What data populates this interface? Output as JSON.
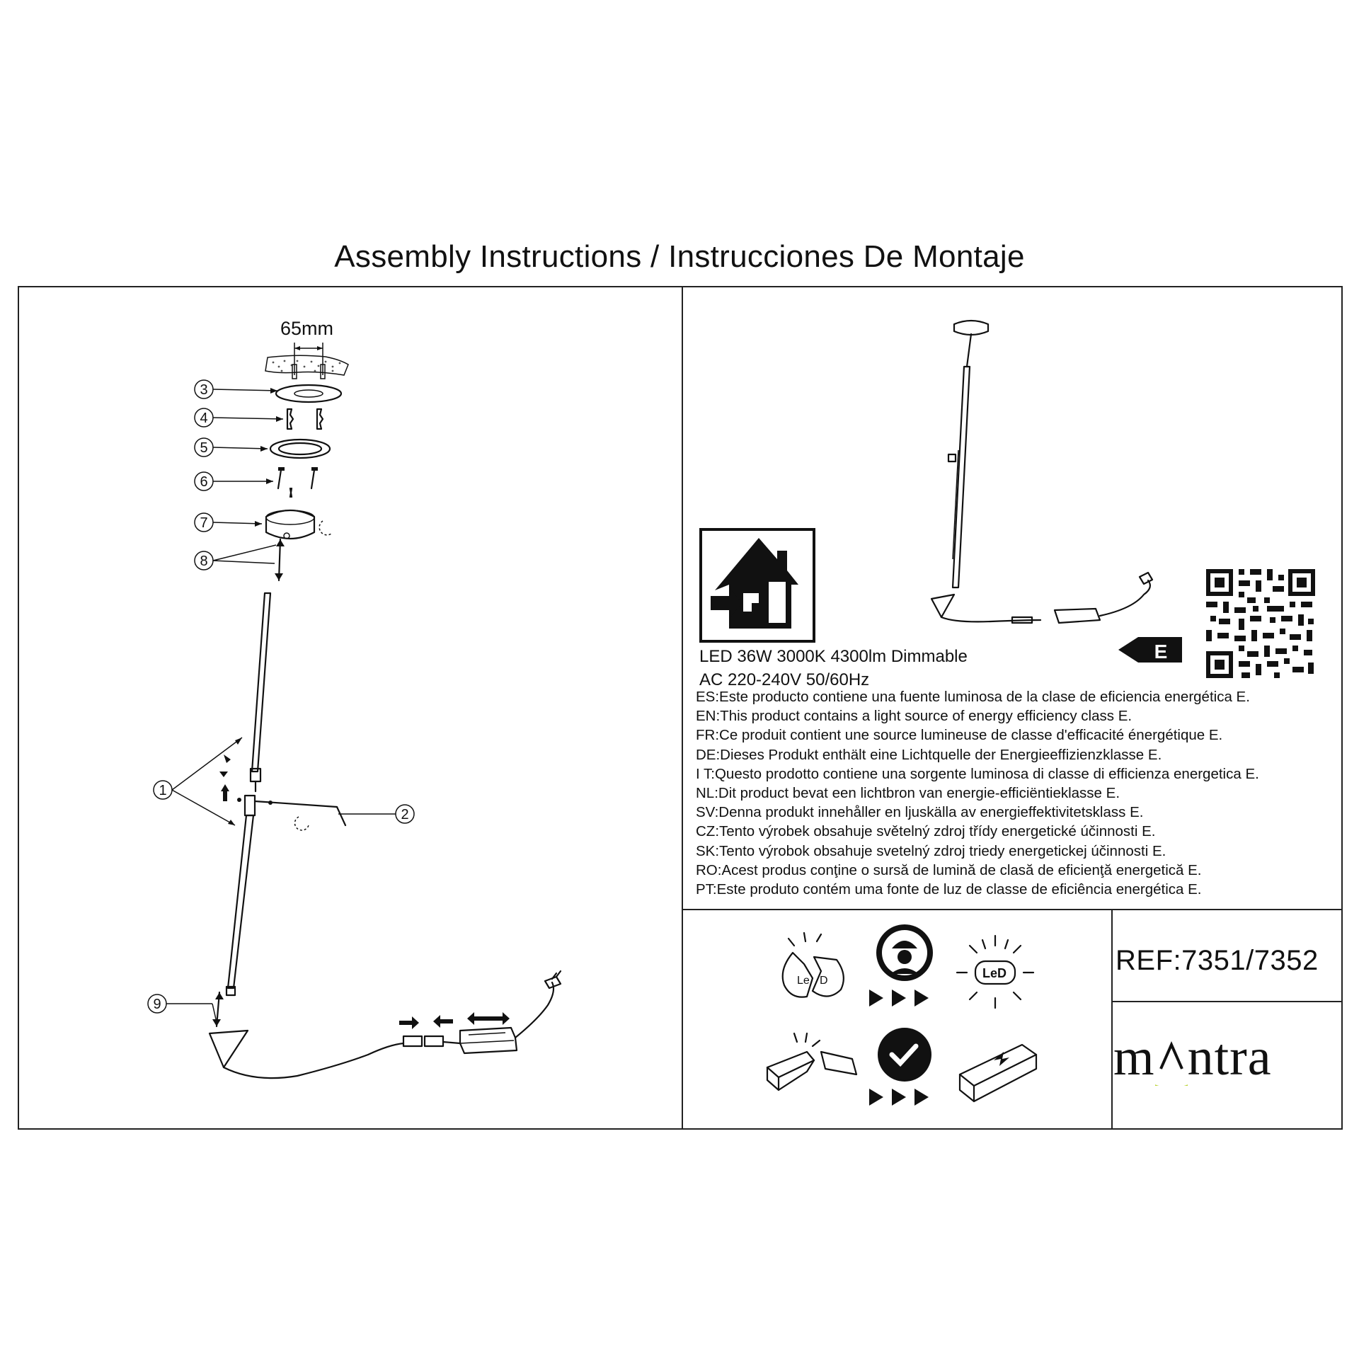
{
  "page": {
    "title": "Assembly Instructions / Instrucciones De Montaje"
  },
  "assembly": {
    "dimension": "65mm",
    "callouts": [
      "1",
      "2",
      "3",
      "4",
      "5",
      "6",
      "7",
      "8",
      "9"
    ]
  },
  "product": {
    "spec_line_1": "LED 36W 3000K 4300lm  Dimmable",
    "spec_line_2": "AC 220-240V  50/60Hz",
    "energy_class": "E",
    "energy_statements": [
      "ES:Este producto contiene una fuente luminosa de la clase de eficiencia energética E.",
      "EN:This product contains a light source of energy efficiency class E.",
      "FR:Ce produit contient une source lumineuse de classe d'efficacité énergétique E.",
      "DE:Dieses Produkt enthält eine Lichtquelle der Energieeffizienzklasse E.",
      "I T:Questo prodotto contiene una sorgente luminosa di classe di efficienza energetica E.",
      "NL:Dit product bevat een lichtbron van energie-efficiëntieklasse E.",
      "SV:Denna produkt innehåller en ljuskälla av energieffektivitetsklass E.",
      "CZ:Tento výrobek obsahuje světelný zdroj třídy energetické účinnosti E.",
      "SK:Tento výrobok obsahuje svetelný zdroj triedy energetickej účinnosti E.",
      "RO:Acest produs conţine o sursă de lumină de clasă de eficienţă energetică E.",
      "PT:Este produto contém uma fonte de luz de classe de eficiência energética E."
    ]
  },
  "reference": {
    "label": "REF:7351/7352"
  },
  "brand": {
    "name": "mantra",
    "accent_color": "#b7d12a"
  },
  "icons": [
    "indoor-use-icon",
    "qr-code-icon",
    "broken-led-icon",
    "installer-icon",
    "led-light-icon",
    "broken-driver-icon",
    "approved-check-icon",
    "driver-icon"
  ]
}
